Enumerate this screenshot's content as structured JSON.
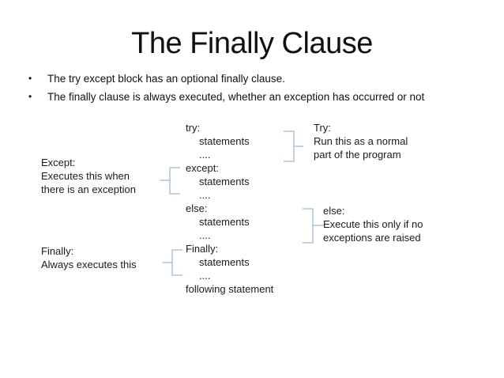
{
  "slide": {
    "title": "The Finally Clause",
    "bullet_marker": "•",
    "bullets": [
      "The try except block has an optional finally clause.",
      "The finally clause is always executed, whether an exception has occurred or not"
    ],
    "code": {
      "lines": [
        {
          "text": "try:",
          "indent": 0
        },
        {
          "text": "statements",
          "indent": 1
        },
        {
          "text": "....",
          "indent": 1
        },
        {
          "text": "except:",
          "indent": 0
        },
        {
          "text": "statements",
          "indent": 1
        },
        {
          "text": "....",
          "indent": 1
        },
        {
          "text": "else:",
          "indent": 0
        },
        {
          "text": "statements",
          "indent": 1
        },
        {
          "text": "....",
          "indent": 1
        },
        {
          "text": "Finally:",
          "indent": 0
        },
        {
          "text": "statements",
          "indent": 1
        },
        {
          "text": "....",
          "indent": 1
        },
        {
          "text": "following statement",
          "indent": 0
        }
      ]
    },
    "annotations": {
      "try_note": {
        "lines": [
          "Try:",
          "Run this as a normal",
          "part of the program"
        ]
      },
      "except_note": {
        "lines": [
          "Except:",
          "Executes this when",
          "there is an exception"
        ]
      },
      "else_note": {
        "lines": [
          "else:",
          "Execute this only if no",
          "exceptions are raised"
        ]
      },
      "finally_note": {
        "lines": [
          "Finally:",
          "Always executes this"
        ]
      }
    },
    "colors": {
      "background": "#ffffff",
      "text": "#1a1a1a",
      "brace": "#9db9da"
    }
  }
}
